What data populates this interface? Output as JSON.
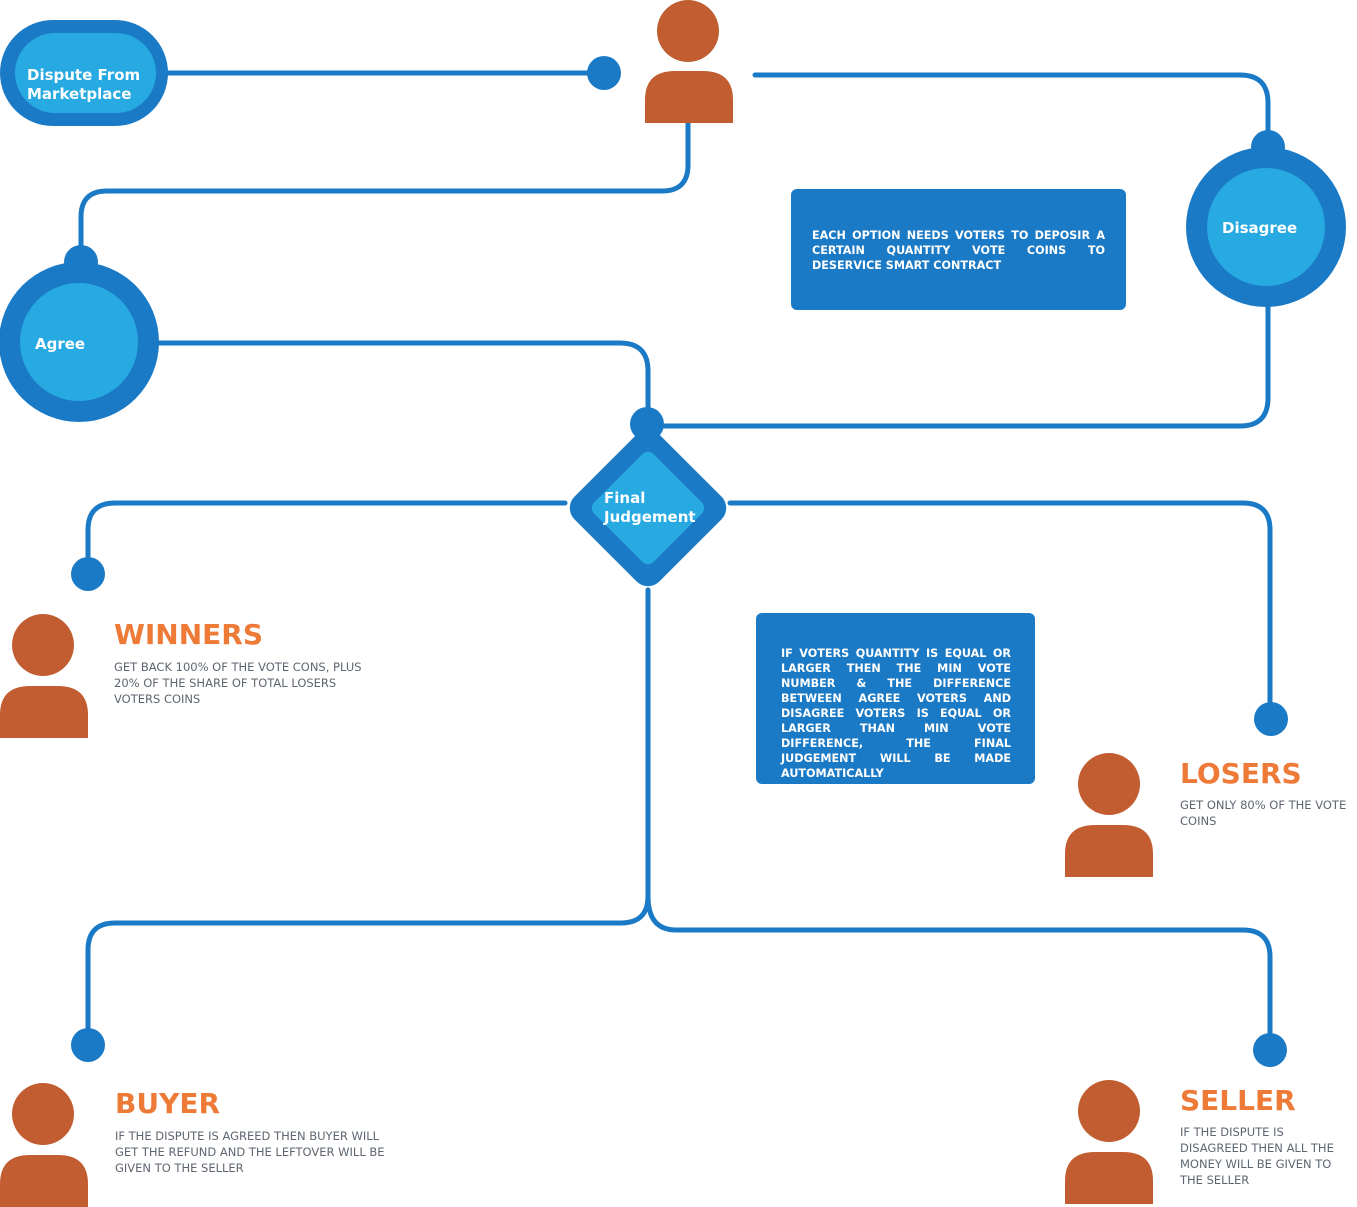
{
  "colors": {
    "line": "#1b7ac6",
    "node_fill": "#27a9e1",
    "person": "#c15d30",
    "heading": "#ee7a38",
    "text": "#5d6670",
    "box": "#1b7ac6"
  },
  "nodes": {
    "dispute": {
      "line1": "Dispute From",
      "line2": "Marketplace"
    },
    "agree": {
      "label": "Agree"
    },
    "disagree": {
      "label": "Disagree"
    },
    "final": {
      "line1": "Final",
      "line2": "Judgement"
    }
  },
  "notes": {
    "vote_deposit": "EACH OPTION NEEDS VOTERS TO DEPOSIR A CERTAIN QUANTITY VOTE COINS TO DESERVICE SMART CONTRACT",
    "auto_judgement": "IF VOTERS QUANTITY IS EQUAL OR LARGER THEN THE MIN VOTE NUMBER & THE DIFFERENCE BETWEEN AGREE VOTERS AND DISAGREE VOTERS IS EQUAL OR LARGER THAN MIN VOTE DIFFERENCE, THE FINAL JUDGEMENT WILL BE MADE AUTOMATICALLY"
  },
  "outcomes": {
    "winners": {
      "title": "WINNERS",
      "text": "GET BACK 100% OF THE VOTE CONS, PLUS 20% OF THE SHARE OF TOTAL LOSERS VOTERS COINS"
    },
    "losers": {
      "title": "LOSERS",
      "text": "GET ONLY 80% OF THE VOTE COINS"
    },
    "buyer": {
      "title": "BUYER",
      "text": "IF THE DISPUTE IS AGREED THEN BUYER WILL GET THE REFUND AND THE LEFTOVER WILL BE GIVEN TO THE SELLER"
    },
    "seller": {
      "title": "SELLER",
      "text": "IF THE DISPUTE IS DISAGREED THEN ALL THE MONEY WILL BE GIVEN TO THE SELLER"
    }
  },
  "icons": {
    "person": "person-icon",
    "connector": "dot-icon"
  }
}
